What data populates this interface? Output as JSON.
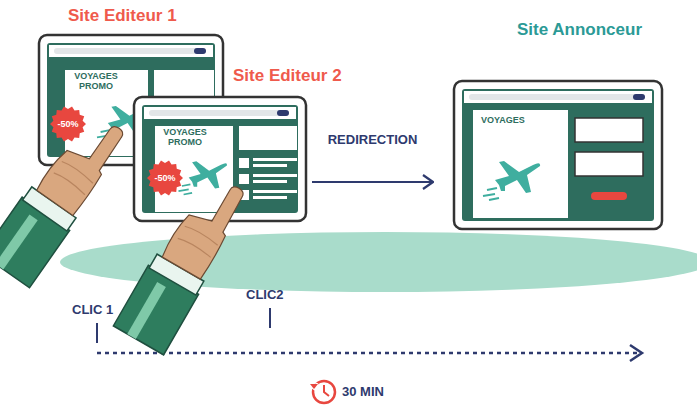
{
  "diagram": {
    "nodes": [
      {
        "text": [
          "Site Editeur 1",
          "VOYAGES PROMO"
        ]
      },
      {
        "text": [
          "-50%"
        ],
        "in": 0
      },
      {
        "text": [
          "Site Editeur 2",
          "VOYAGES PROMO"
        ]
      },
      {
        "text": [
          "-50%"
        ],
        "in": 2
      },
      {
        "text": [
          "Site Annonceur",
          "VOYAGES"
        ]
      }
    ],
    "edges": [
      {
        "from": 2,
        "to": 4,
        "label": "REDIRECTION",
        "arrow": "to"
      }
    ],
    "labels": [
      "CLIC 1",
      "CLIC2",
      "30 MIN"
    ]
  }
}
